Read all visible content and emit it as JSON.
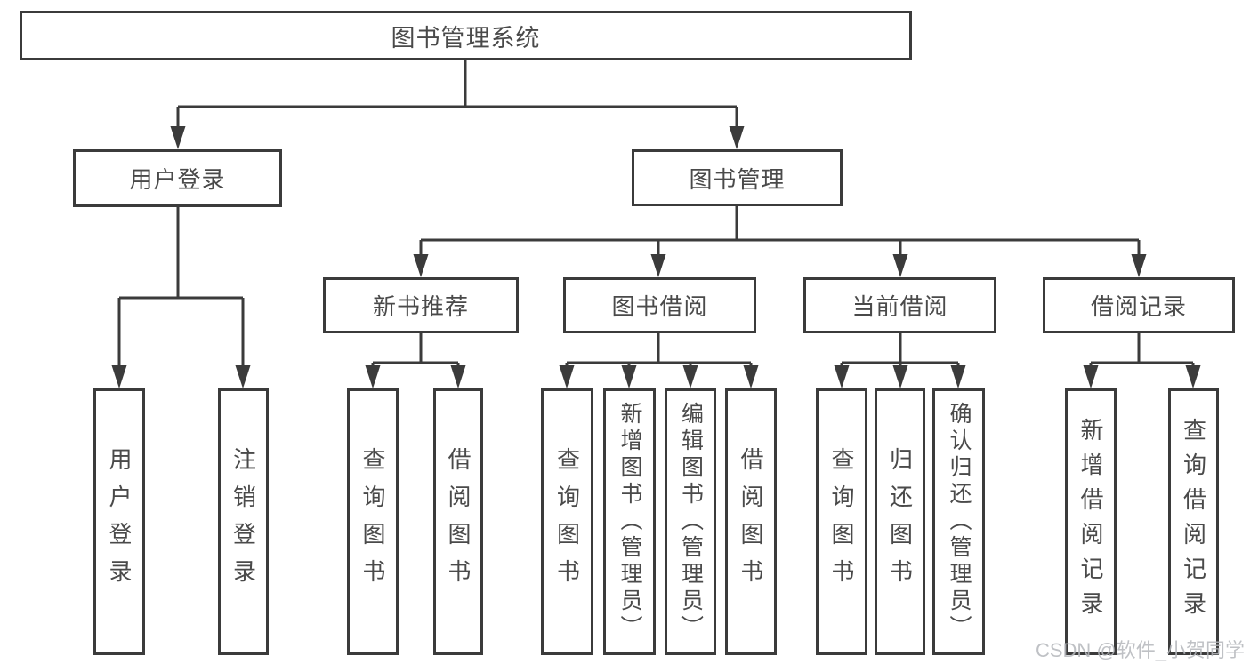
{
  "diagram_title": "图书管理系统",
  "tree": {
    "root": {
      "label": "图书管理系统",
      "children": [
        {
          "label": "用户登录",
          "children": [
            {
              "label": "用户登录"
            },
            {
              "label": "注销登录"
            }
          ]
        },
        {
          "label": "图书管理",
          "children": [
            {
              "label": "新书推荐",
              "children": [
                {
                  "label": "查询图书"
                },
                {
                  "label": "借阅图书"
                }
              ]
            },
            {
              "label": "图书借阅",
              "children": [
                {
                  "label": "查询图书"
                },
                {
                  "label": "新增图书（管理员）"
                },
                {
                  "label": "编辑图书（管理员）"
                },
                {
                  "label": "借阅图书"
                }
              ]
            },
            {
              "label": "当前借阅",
              "children": [
                {
                  "label": "查询图书"
                },
                {
                  "label": "归还图书"
                },
                {
                  "label": "确认归还（管理员）"
                }
              ]
            },
            {
              "label": "借阅记录",
              "children": [
                {
                  "label": "新增借阅记录"
                },
                {
                  "label": "查询借阅记录"
                }
              ]
            }
          ]
        }
      ]
    }
  },
  "watermark": "CSDN @软件_小贺同学",
  "colors": {
    "line": "#3b3b3b",
    "text": "#4a4a4a",
    "background": "#ffffff",
    "watermark": "#b4b7bb"
  }
}
